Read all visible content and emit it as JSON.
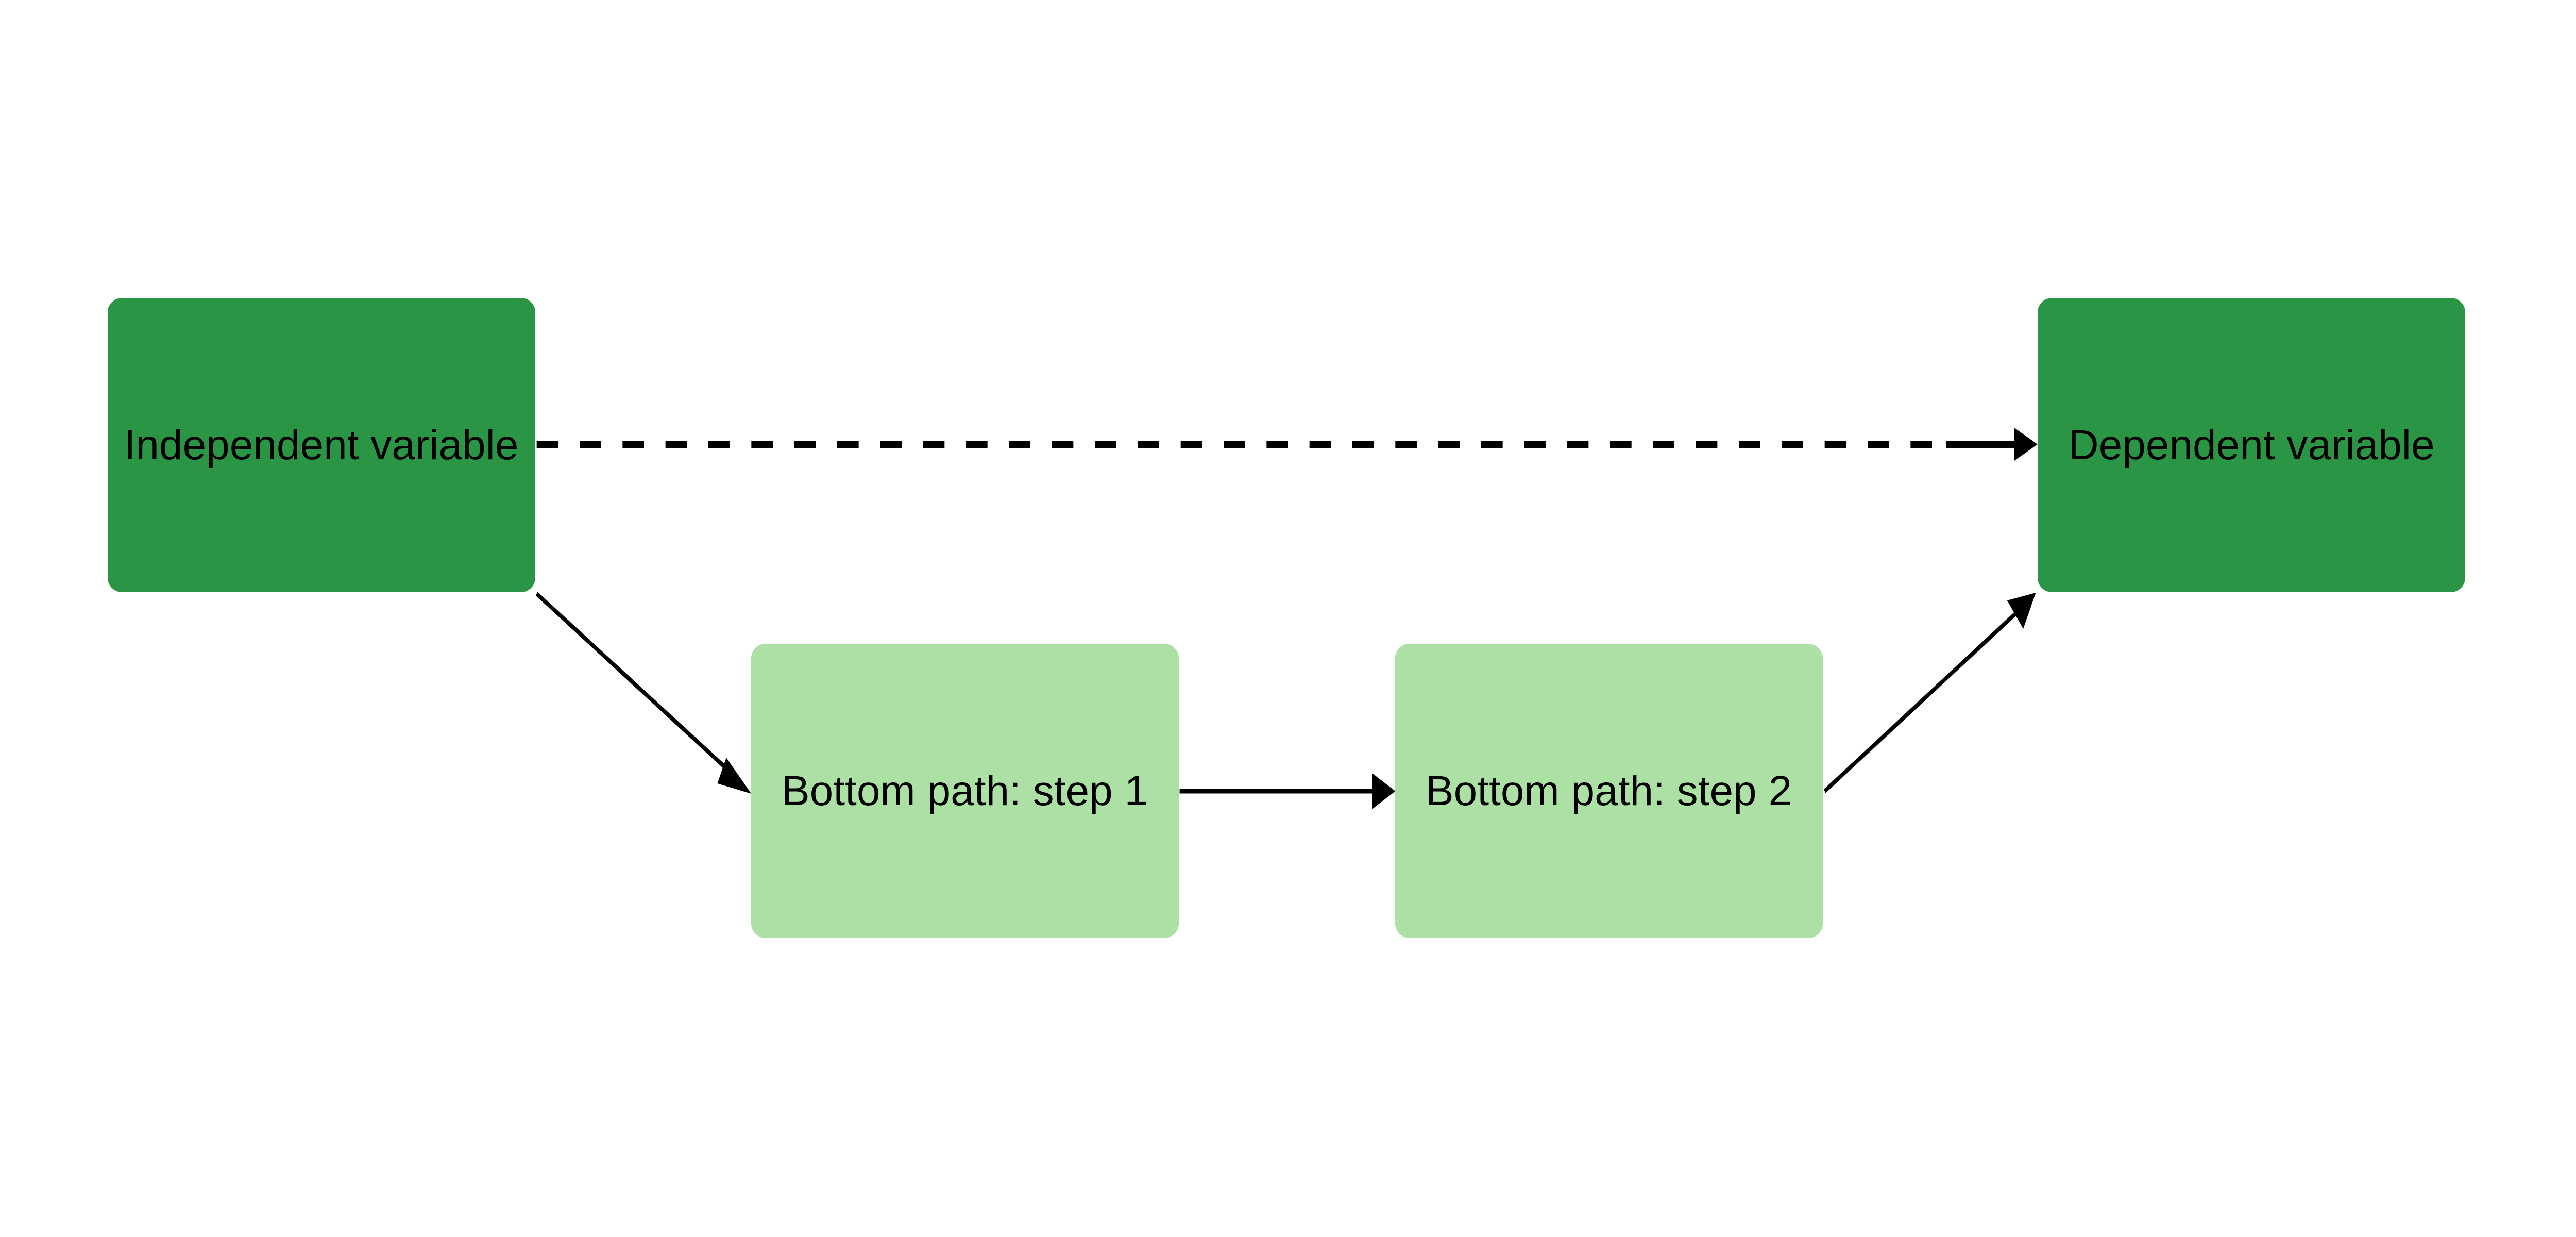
{
  "diagram": {
    "nodes": [
      {
        "id": "iv",
        "label": "Independent variable",
        "color": "#2a9645"
      },
      {
        "id": "s1",
        "label": "Bottom path: step 1",
        "color": "#ade0a5"
      },
      {
        "id": "s2",
        "label": "Bottom path: step 2",
        "color": "#ade0a5"
      },
      {
        "id": "dv",
        "label": "Dependent variable",
        "color": "#2a9645"
      }
    ],
    "edges": [
      {
        "from": "iv",
        "to": "dv",
        "style": "dashed"
      },
      {
        "from": "iv",
        "to": "s1",
        "style": "solid"
      },
      {
        "from": "s1",
        "to": "s2",
        "style": "solid"
      },
      {
        "from": "s2",
        "to": "dv",
        "style": "solid"
      }
    ]
  }
}
